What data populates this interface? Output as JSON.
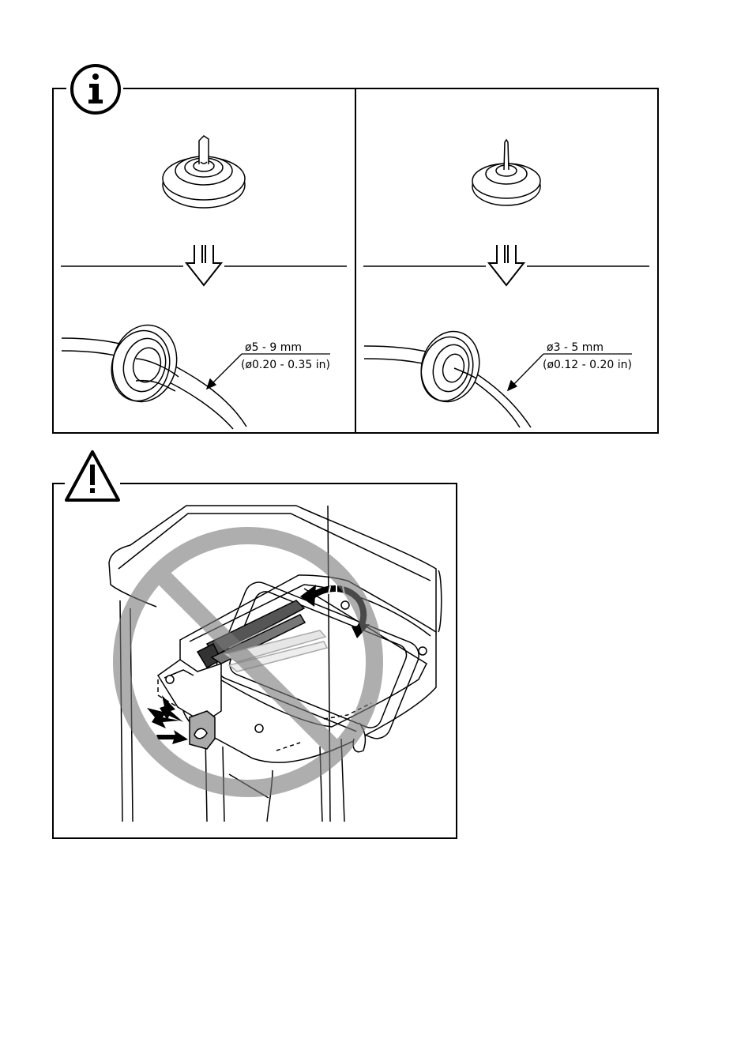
{
  "info_panel": {
    "icon": "info-icon",
    "left": {
      "diameter_mm": "ø5 - 9 mm",
      "diameter_in": "(ø0.20 - 0.35 in)"
    },
    "right": {
      "diameter_mm": "ø3 - 5 mm",
      "diameter_in": "(ø0.12 - 0.20 in)"
    }
  },
  "warning_panel": {
    "icon": "warning-icon",
    "prohibition": "prohibition-circle-icon"
  },
  "colors": {
    "line": "#000000",
    "prohibition": "#999999",
    "background": "#ffffff"
  }
}
